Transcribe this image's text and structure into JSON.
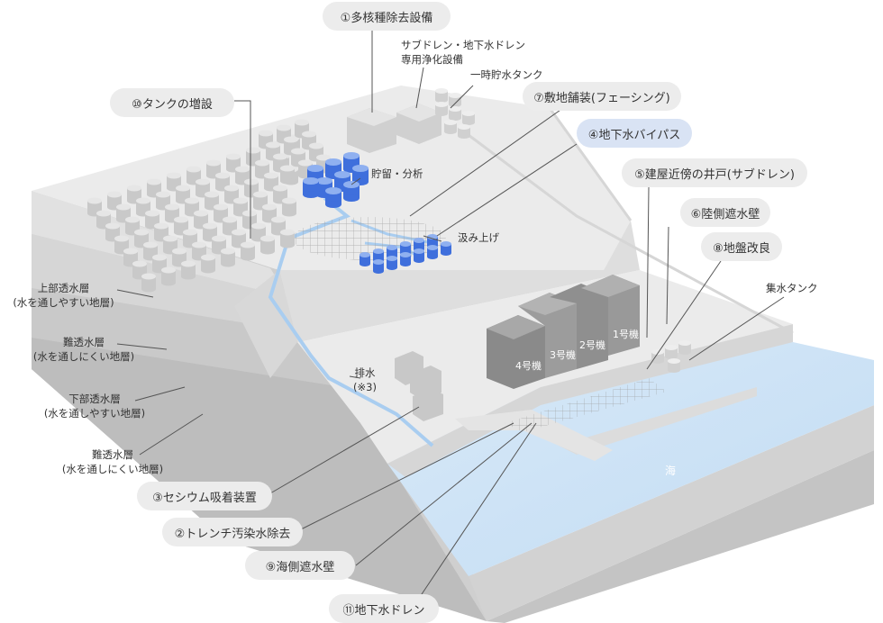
{
  "callouts": {
    "c1": "①多核種除去設備",
    "c10": "⑩タンクの増設",
    "c7": "⑦敷地舗装(フェーシング)",
    "c4": "④地下水バイパス",
    "c5": "⑤建屋近傍の井戸(サブドレン)",
    "c6": "⑥陸側遮水壁",
    "c8": "⑧地盤改良",
    "c3": "③セシウム吸着装置",
    "c2": "②トレンチ汚染水除去",
    "c9": "⑨海側遮水壁",
    "c11": "⑪地下水ドレン"
  },
  "labels": {
    "subdrain_line1": "サブドレン・地下水ドレン",
    "subdrain_line2": "専用浄化設備",
    "temp_tank": "一時貯水タンク",
    "storage": "貯留・分析",
    "pumping": "汲み上げ",
    "collect_tank": "集水タンク",
    "drain_line1": "排水",
    "drain_line2": "(※3)",
    "sea": "海"
  },
  "layers": [
    {
      "line1": "上部透水層",
      "line2": "(水を通しやすい地層)"
    },
    {
      "line1": "難透水層",
      "line2": "(水を通しにくい地層)"
    },
    {
      "line1": "下部透水層",
      "line2": "(水を通しやすい地層)"
    },
    {
      "line1": "難透水層",
      "line2": "(水を通しにくい地層)"
    }
  ],
  "units": [
    "1号機",
    "2号機",
    "3号機",
    "4号機"
  ],
  "colors": {
    "highlight": "#d9e3f4",
    "water": "#a9cdf0",
    "tank_blue": "#3f6fdc",
    "sea": "#cfe3f6"
  }
}
